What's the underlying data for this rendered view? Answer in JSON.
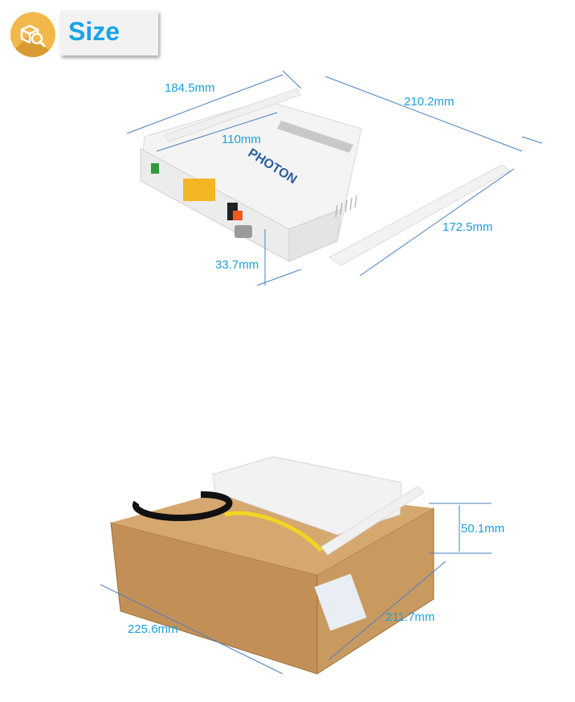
{
  "header": {
    "icon": "box-magnifier-icon",
    "title": "Size"
  },
  "router_photo": {
    "brand": "PHOTON",
    "dimensions": {
      "antenna_length_left": "184.5mm",
      "width_top": "110mm",
      "length": "210.2mm",
      "antenna_length_right": "172.5mm",
      "height": "33.7mm"
    }
  },
  "package_photo": {
    "dimensions": {
      "height": "50.1mm",
      "width": "211.7mm",
      "length": "225.6mm"
    }
  },
  "colors": {
    "accent": "#1aa3e8",
    "dimension_text": "#1ca0dc",
    "dimension_line": "#4a7fc1",
    "badge": "#f2b84b",
    "box": "#c89a62"
  }
}
